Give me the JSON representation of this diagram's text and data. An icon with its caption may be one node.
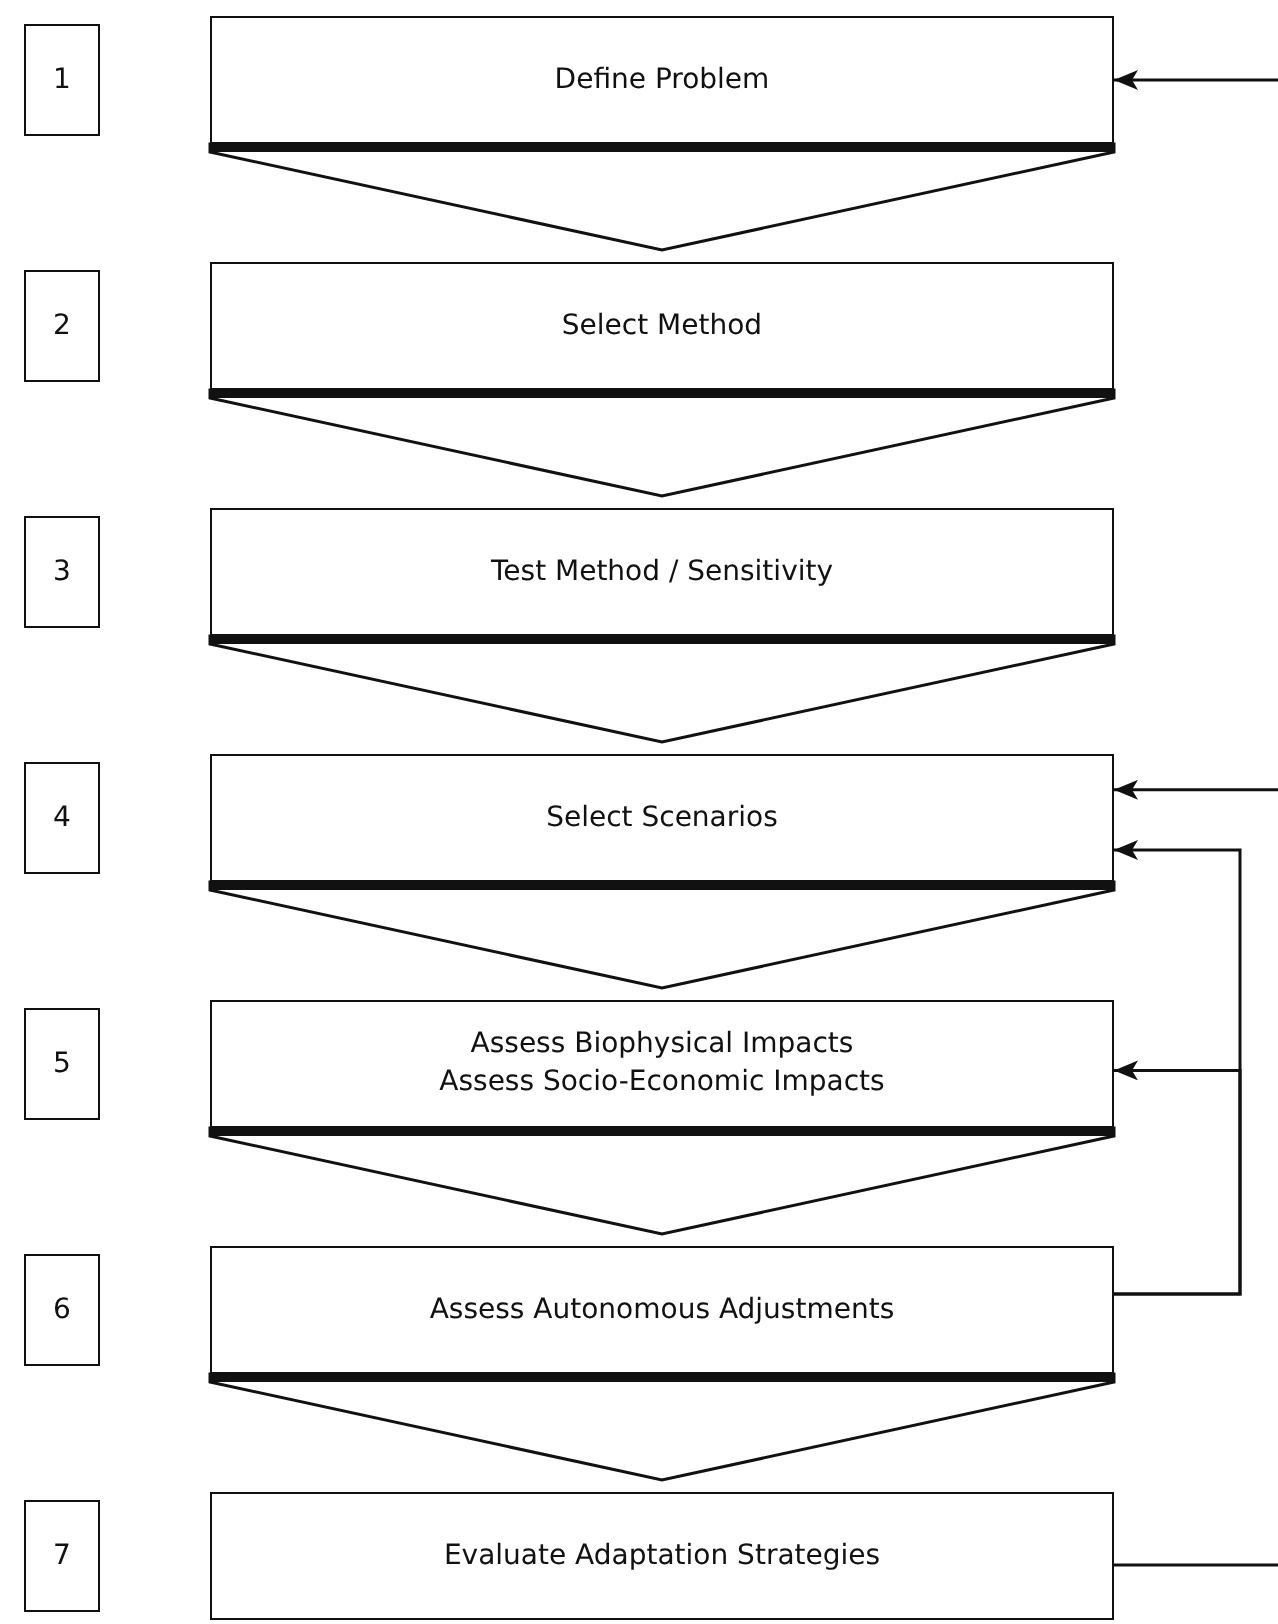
{
  "diagram": {
    "nodes": [
      {
        "text": [
          "1"
        ]
      },
      {
        "text": [
          "2"
        ]
      },
      {
        "text": [
          "3"
        ]
      },
      {
        "text": [
          "4"
        ]
      },
      {
        "text": [
          "5"
        ]
      },
      {
        "text": [
          "6"
        ]
      },
      {
        "text": [
          "7"
        ]
      },
      {
        "text": [
          "Define Problem"
        ]
      },
      {
        "text": [
          "Select Method"
        ]
      },
      {
        "text": [
          "Test Method / Sensitivity"
        ]
      },
      {
        "text": [
          "Select Scenarios"
        ]
      },
      {
        "text": [
          "Assess Biophysical Impacts",
          "Assess Socio-Economic Impacts"
        ]
      },
      {
        "text": [
          "Assess Autonomous Adjustments"
        ]
      },
      {
        "text": [
          "Evaluate Adaptation Strategies"
        ]
      }
    ],
    "edges": [
      {
        "from": 7,
        "to": 8,
        "arrow": "to"
      },
      {
        "from": 8,
        "to": 9,
        "arrow": "to"
      },
      {
        "from": 9,
        "to": 10,
        "arrow": "to"
      },
      {
        "from": 10,
        "to": 11,
        "arrow": "to"
      },
      {
        "from": 11,
        "to": 12,
        "arrow": "to"
      },
      {
        "from": 12,
        "to": 13,
        "arrow": "to"
      },
      {
        "from": null,
        "to": 7,
        "arrow": "to"
      },
      {
        "from": null,
        "to": 10,
        "arrow": "to"
      },
      {
        "from": 12,
        "to": 10,
        "arrow": "to"
      },
      {
        "from": 12,
        "to": 11,
        "arrow": "to"
      },
      {
        "from": 13,
        "to": null,
        "arrow": "none"
      }
    ]
  }
}
